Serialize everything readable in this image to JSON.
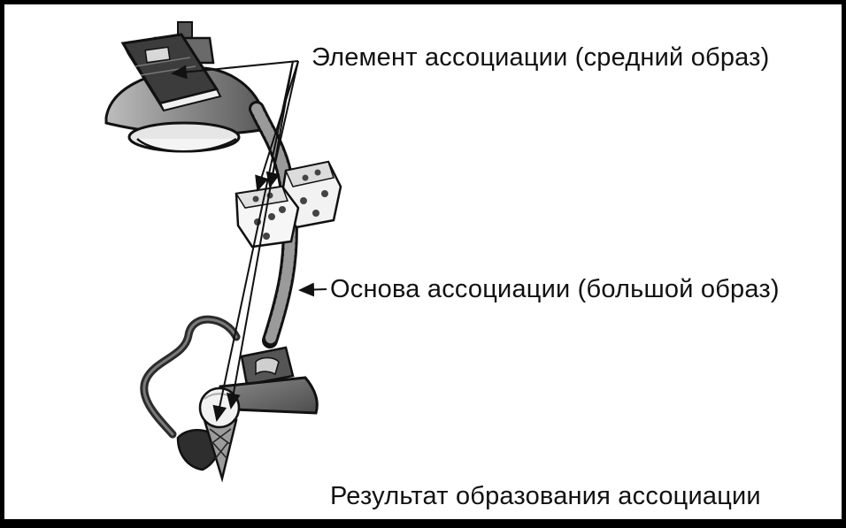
{
  "labels": {
    "element": "Элемент ассоциации (средний образ)",
    "base": "Основа ассоциации (большой образ)",
    "result": "Результат образования ассоциации"
  },
  "icons": [
    "desk-lamp-icon",
    "book-icon",
    "dice-icon",
    "telephone-icon",
    "ice-cream-cone-icon"
  ],
  "colors": {
    "background": "#ffffff",
    "ink": "#111111",
    "border": "#000000"
  }
}
